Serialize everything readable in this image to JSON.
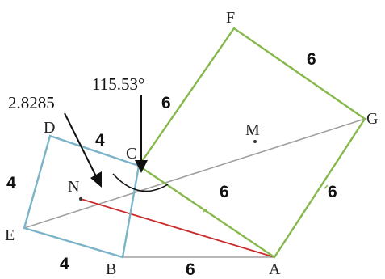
{
  "points": {
    "A": "A",
    "B": "B",
    "C": "C",
    "D": "D",
    "E": "E",
    "F": "F",
    "G": "G",
    "M": "M",
    "N": "N"
  },
  "lengths": {
    "FG": "6",
    "CF": "6",
    "CA": "6",
    "AG": "6",
    "BA": "6",
    "DC": "4",
    "ED": "4",
    "EB": "4"
  },
  "annotations": {
    "angle": "115.53°",
    "distance": "2.8285"
  },
  "colors": {
    "square_small": "#7bb3c9",
    "square_large": "#7fb343",
    "segment_NA": "#cc2a2a",
    "lines": "#9b9b9b",
    "arrows": "#111111"
  }
}
